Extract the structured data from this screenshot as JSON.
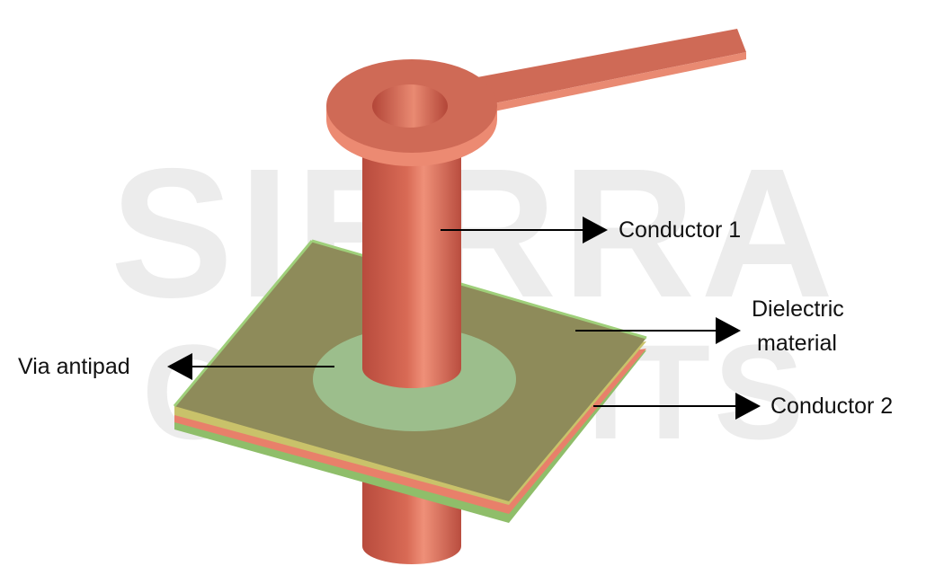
{
  "watermark": {
    "line1": "SIERRA",
    "line2": "CIRCUITS"
  },
  "labels": {
    "conductor1": "Conductor 1",
    "dielectric_line1": "Dielectric",
    "dielectric_line2": "material",
    "via_antipad": "Via antipad",
    "conductor2": "Conductor 2"
  },
  "colors": {
    "copper": "#c9594a",
    "copper_highlight": "#ee8d72",
    "dielectric": "#8e8b5a",
    "board_edge_green": "#8fbe6a",
    "antipad": "#9fc795",
    "arrow": "#000000"
  }
}
